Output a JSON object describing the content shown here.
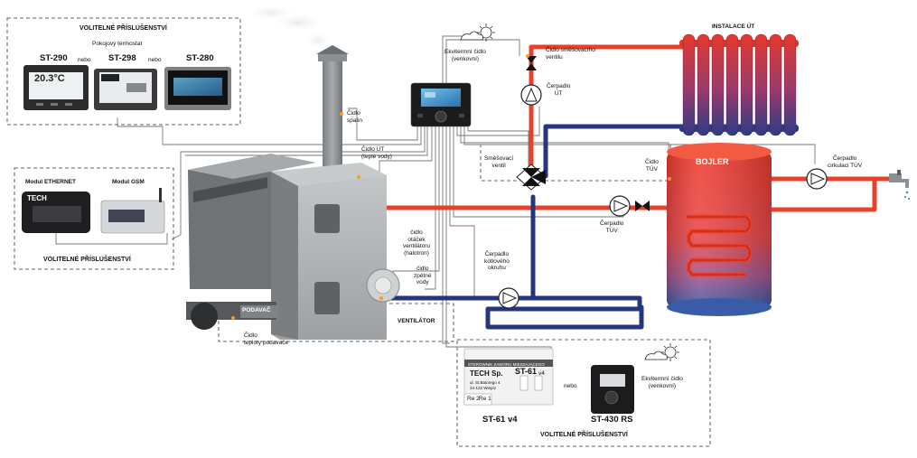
{
  "accessories_top": {
    "title": "VOLITELNÉ PŘÍSLUŠENSTVÍ",
    "subtitle": "Pokojový termostat",
    "models": [
      "ST-290",
      "ST-298",
      "ST-280"
    ],
    "or1": "nebo",
    "or2": "nebo",
    "thermo1_screen": "20.3°C"
  },
  "accessories_left": {
    "title": "VOLITELNÉ PŘÍSLUŠENSTVÍ",
    "module1": "Modul ETHERNET",
    "module2": "Modul GSM",
    "brand": "TECH"
  },
  "accessories_bottom": {
    "title": "VOLITELNÉ PŘÍSLUŠENSTVÍ",
    "model1": "ST-61 v4",
    "model2": "ST-430 RS",
    "or": "nebo",
    "sensor": "Ekvitermní čidlo\n(venkovní)",
    "plate_header": "STEROWNIK ZAWORU MIESZAJĄCEGO",
    "plate_company": "TECH Sp.",
    "plate_model": "ST-61",
    "plate_model_suffix": "v4",
    "plate_address1": "ul. St.Batorego 4",
    "plate_address2": "34-122 Wieprz",
    "plate_relay1": "Re 2",
    "plate_relay2": "Re 1"
  },
  "labels": {
    "ext_sensor": "Ekvitermní čidlo\n(venkovní)",
    "valve_sensor": "Čidlo směšovacího\nventilu",
    "pump_ut": "Čerpadlo\nÚT",
    "installation": "INSTALACE ÚT",
    "exhaust_sensor": "Čidlo\nspalin",
    "ut_sensor": "Čidlo ÚT\n(teplé vody)",
    "mixing_valve": "Směšovací\nventil",
    "tuv_sensor": "Čidlo\nTÚV",
    "boiler": "BOJLER",
    "circ_pump": "Čerpadlo\ncirkulaci TÚV",
    "pump_tuv": "Čerpadlo\nTÚV",
    "fan_speed_sensor": "čidlo\notáček\nventilátoru\n(halotron)",
    "return_sensor": "čidlo\nzpětné\nvody",
    "boiler_pump": "Čerpadlo\nkotlového\nokruhu",
    "fan": "VENTILÁTOR",
    "feeder": "PODAVAČ",
    "feeder_sensor": "Čidlo\nteploty podavače"
  },
  "colors": {
    "hot_pipe": "#e8412b",
    "cold_pipe": "#26367e",
    "boiler_top": "#ef3d2f",
    "boiler_bottom": "#3b5aa6",
    "kettle": "#8f9396"
  }
}
